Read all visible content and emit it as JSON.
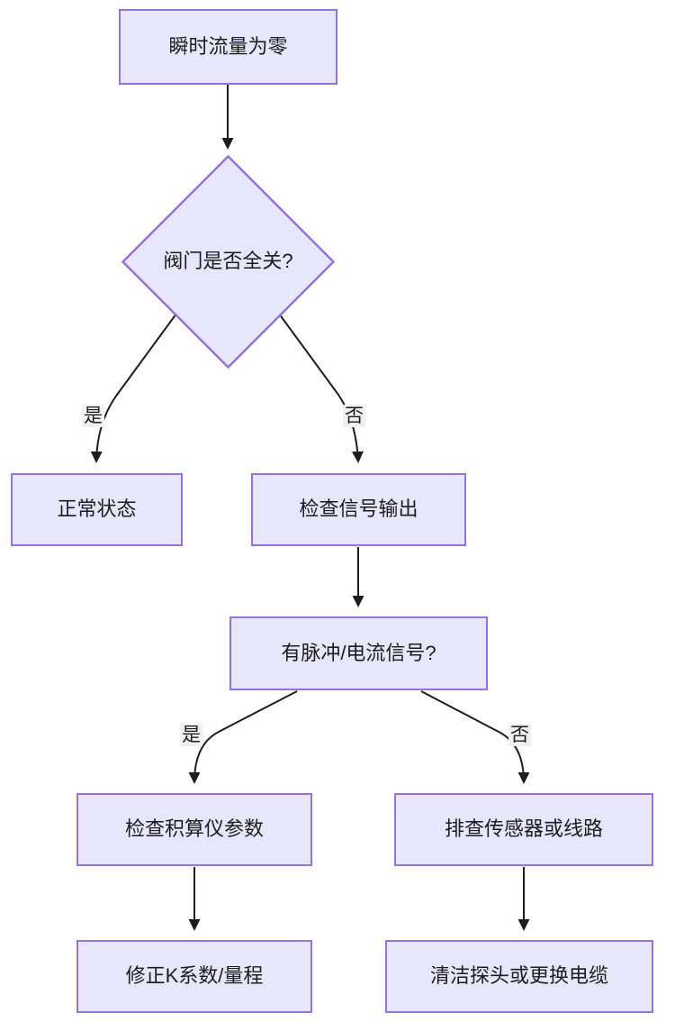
{
  "diagram": {
    "type": "flowchart",
    "direction": "top-to-bottom",
    "language": "zh-CN",
    "colors": {
      "node_fill": "#e8e6fb",
      "node_border": "#9673d6",
      "edge_stroke": "#1d1d1d",
      "edge_label_bg": "#f0f0f0",
      "text": "#1d1d1d",
      "background": "#ffffff"
    },
    "nodes": [
      {
        "id": "n1",
        "shape": "rect",
        "label": "瞬时流量为零"
      },
      {
        "id": "n2",
        "shape": "diamond",
        "label": "阀门是否全关?"
      },
      {
        "id": "n3",
        "shape": "rect",
        "label": "正常状态"
      },
      {
        "id": "n4",
        "shape": "rect",
        "label": "检查信号输出"
      },
      {
        "id": "n5",
        "shape": "rect",
        "label": "有脉冲/电流信号?"
      },
      {
        "id": "n6",
        "shape": "rect",
        "label": "检查积算仪参数"
      },
      {
        "id": "n7",
        "shape": "rect",
        "label": "排查传感器或线路"
      },
      {
        "id": "n8",
        "shape": "rect",
        "label": "修正K系数/量程"
      },
      {
        "id": "n9",
        "shape": "rect",
        "label": "清洁探头或更换电缆"
      }
    ],
    "edges": [
      {
        "from": "n1",
        "to": "n2",
        "label": ""
      },
      {
        "from": "n2",
        "to": "n3",
        "label": "是"
      },
      {
        "from": "n2",
        "to": "n4",
        "label": "否"
      },
      {
        "from": "n4",
        "to": "n5",
        "label": ""
      },
      {
        "from": "n5",
        "to": "n6",
        "label": "是"
      },
      {
        "from": "n5",
        "to": "n7",
        "label": "否"
      },
      {
        "from": "n6",
        "to": "n8",
        "label": ""
      },
      {
        "from": "n7",
        "to": "n9",
        "label": ""
      }
    ],
    "edge_labels": {
      "yes_top": "是",
      "no_top": "否",
      "yes_bottom": "是",
      "no_bottom": "否"
    }
  }
}
